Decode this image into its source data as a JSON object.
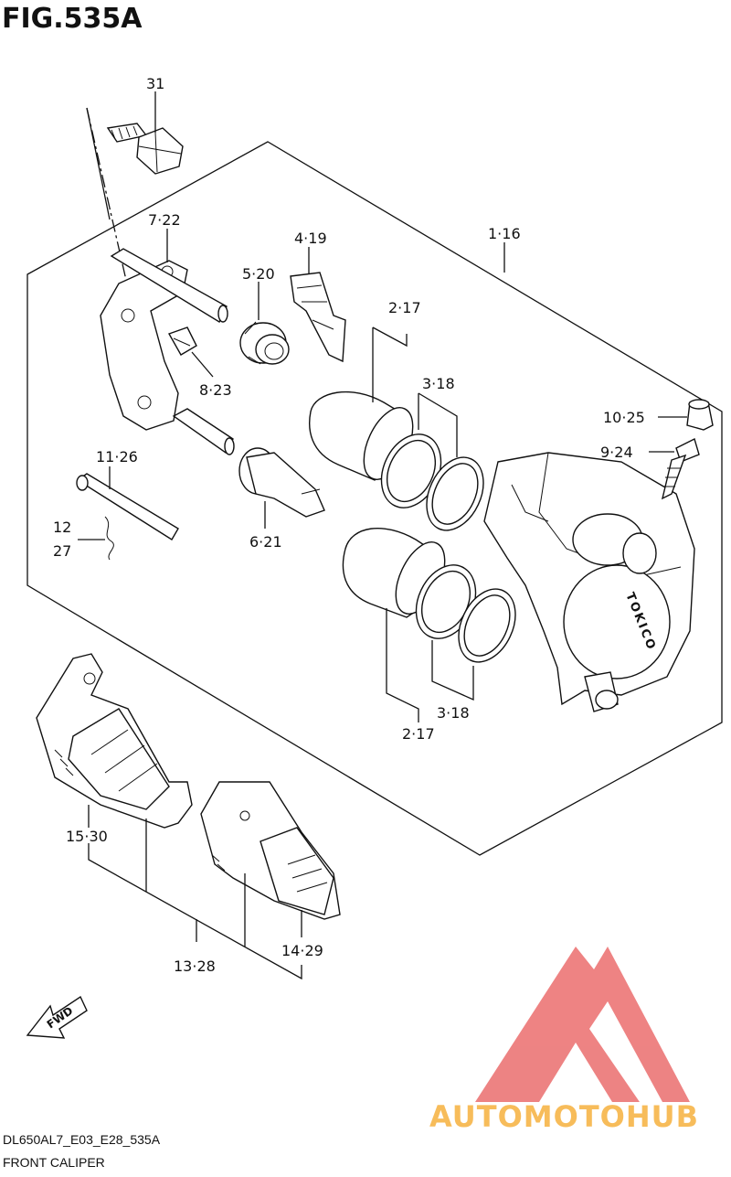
{
  "figure": {
    "title": "FIG.535A"
  },
  "labels": {
    "p31": "31",
    "p7_22": "7·22",
    "p5_20": "5·20",
    "p4_19": "4·19",
    "p1_16": "1·16",
    "p2_17_top": "2·17",
    "p3_18_top": "3·18",
    "p8_23": "8·23",
    "p10_25": "10·25",
    "p9_24": "9·24",
    "p11_26": "11·26",
    "p12": "12",
    "p27": "27",
    "p6_21": "6·21",
    "p3_18_bot": "3·18",
    "p2_17_bot": "2·17",
    "p15_30": "15·30",
    "p13_28": "13·28",
    "p14_29": "14·29"
  },
  "caliper_brand": "TOKICO",
  "fwd": "FWD",
  "footer": {
    "code": "DL650AL7_E03_E28_535A",
    "name": "FRONT CALIPER"
  },
  "watermark": {
    "text": "AUTOMOTOHUB",
    "accent": "#e85a5a",
    "highlight": "#f5a623"
  }
}
